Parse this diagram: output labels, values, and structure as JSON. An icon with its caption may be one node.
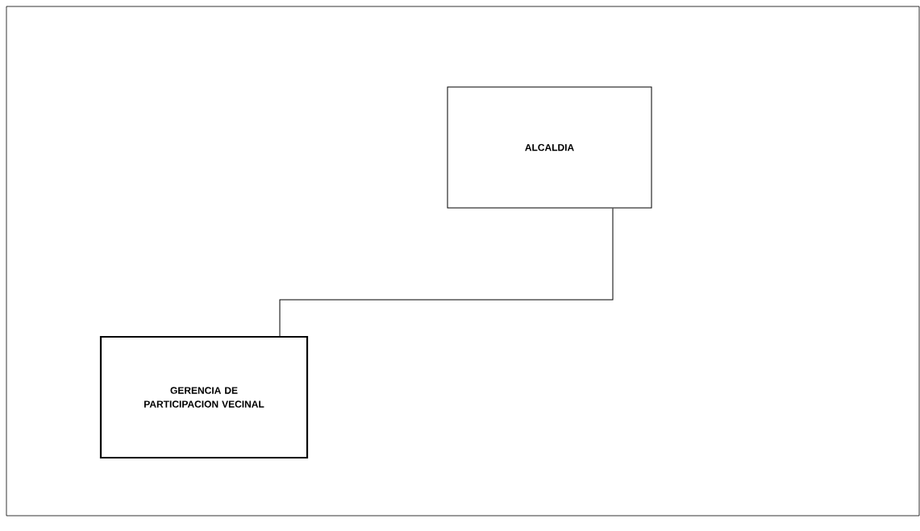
{
  "diagram": {
    "nodes": [
      {
        "text": [
          "ALCALDIA"
        ]
      },
      {
        "text": [
          "GERENCIA DE PARTICIPACION VECINAL"
        ]
      }
    ],
    "edges": [
      {
        "from": 0,
        "to": 1,
        "arrow": "none"
      }
    ]
  }
}
